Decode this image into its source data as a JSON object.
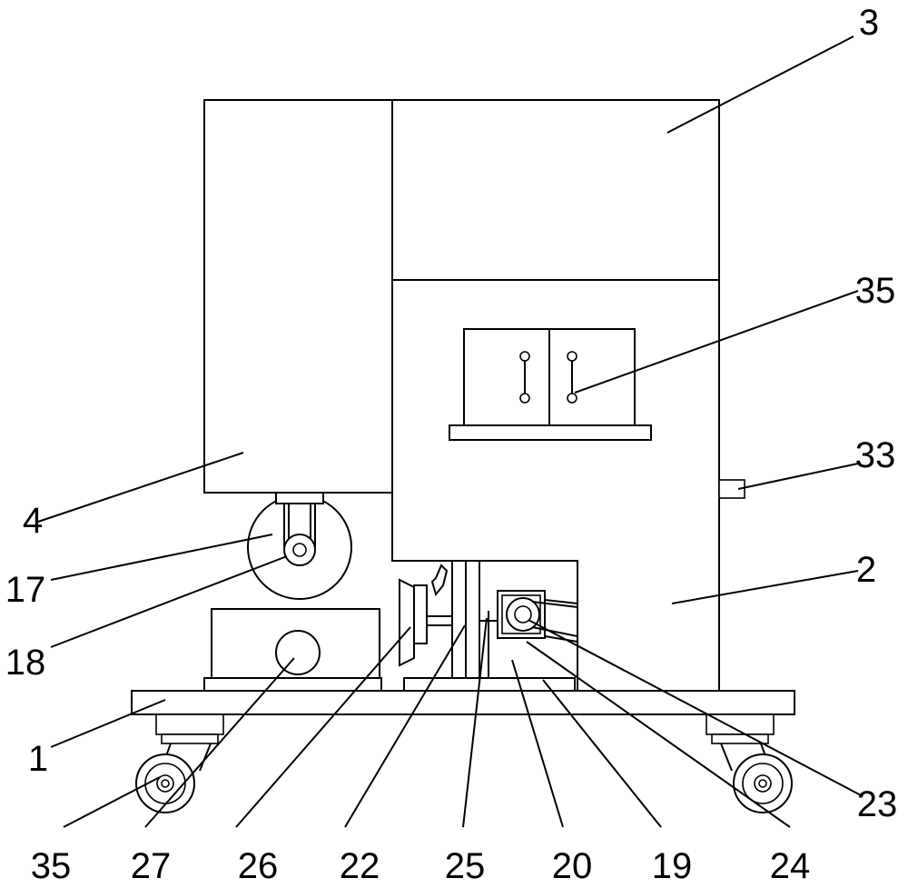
{
  "labels": {
    "l1": "1",
    "l2": "2",
    "l3": "3",
    "l4": "4",
    "l17": "17",
    "l18": "18",
    "l19": "19",
    "l20": "20",
    "l22": "22",
    "l23": "23",
    "l24": "24",
    "l25": "25",
    "l26": "26",
    "l27": "27",
    "l33": "33",
    "l35_right": "35",
    "l35_bottom": "35"
  },
  "colors": {
    "stroke": "#000000",
    "background": "#ffffff"
  }
}
